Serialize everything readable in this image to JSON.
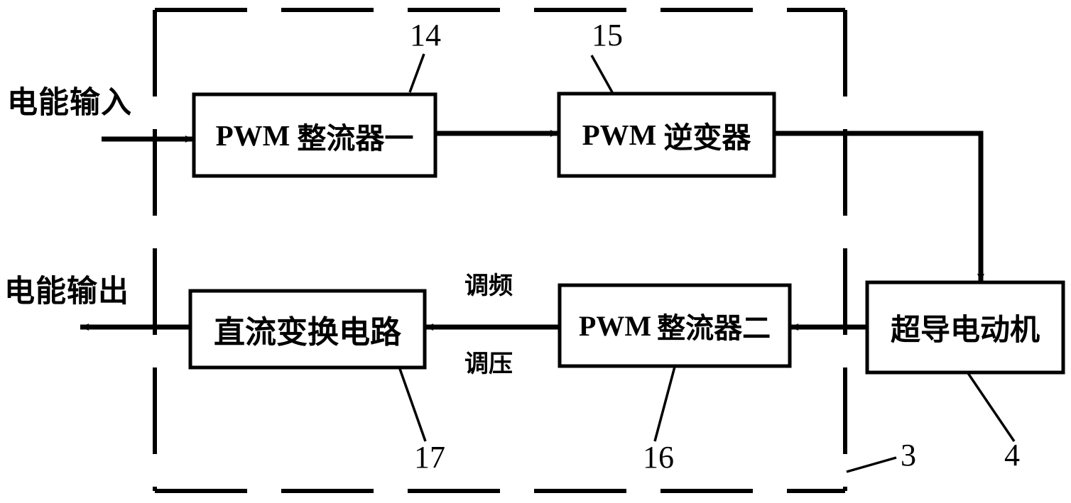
{
  "diagram": {
    "title": "Superconducting motor power conversion block diagram",
    "line_color": "#000000",
    "background_color": "#ffffff",
    "enclosure": {
      "name": "dashed-enclosure",
      "ref": "3",
      "style": "dashed"
    },
    "io_labels": {
      "input": "电能输入",
      "output": "电能输出"
    },
    "blocks": [
      {
        "id": "rectifier1",
        "label_latin": "PWM",
        "label_han": "整流器一",
        "ref": "14"
      },
      {
        "id": "inverter",
        "label_latin": "PWM",
        "label_han": "逆变器",
        "ref": "15"
      },
      {
        "id": "rectifier2",
        "label_latin": "PWM",
        "label_han": "整流器二",
        "ref": "16"
      },
      {
        "id": "dcconv",
        "label_latin": "",
        "label_han": "直流变换电路",
        "ref": "17"
      },
      {
        "id": "motor",
        "label_latin": "",
        "label_han": "超导电动机",
        "ref": "4"
      }
    ],
    "side_notes": {
      "freq": "调频",
      "volt": "调压"
    },
    "ref_numbers": {
      "rectifier1": "14",
      "inverter": "15",
      "rectifier2": "16",
      "dcconv": "17",
      "enclosure": "3",
      "motor": "4"
    }
  }
}
